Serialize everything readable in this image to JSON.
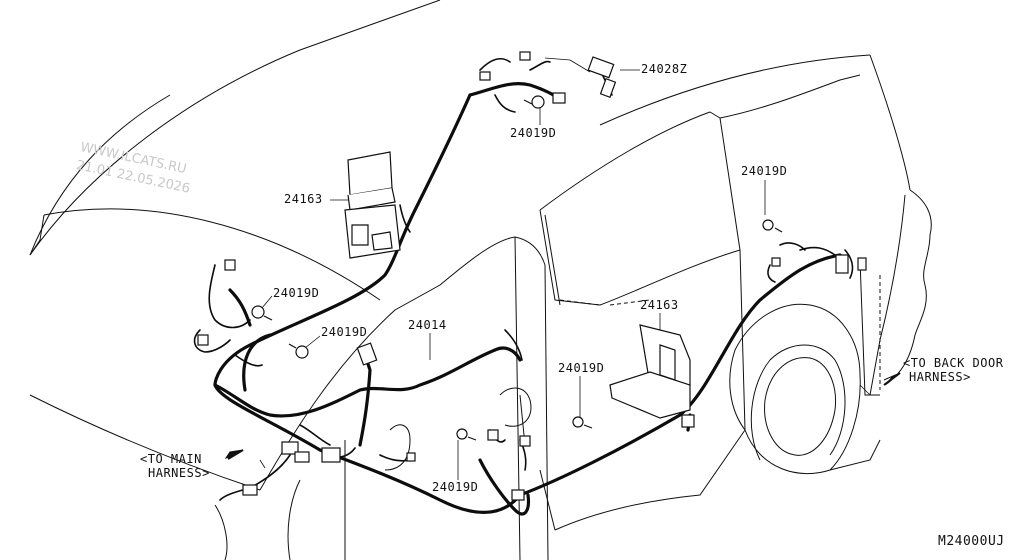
{
  "watermark": {
    "line1": "WWW.ILCATS.RU",
    "line2": "21.01 22.05.2026"
  },
  "callouts": {
    "part_24028z": "24028Z",
    "part_24019d_top": "24019D",
    "part_24163_upper": "24163",
    "part_24019d_right_top": "24019D",
    "part_24019d_left_a": "24019D",
    "part_24019d_left_b": "24019D",
    "part_24014": "24014",
    "part_24163_lower": "24163",
    "part_24019d_lower_mid": "24019D",
    "part_24019d_bottom": "24019D"
  },
  "notes": {
    "to_main_line1": "<TO MAIN",
    "to_main_line2": "HARNESS>",
    "to_back_line1": "<TO BACK DOOR",
    "to_back_line2": "HARNESS>"
  },
  "diagram_code": "M24000UJ",
  "colors": {
    "line": "#111111",
    "harness": "#0d0d0d",
    "watermark": "#c8c8c8"
  }
}
